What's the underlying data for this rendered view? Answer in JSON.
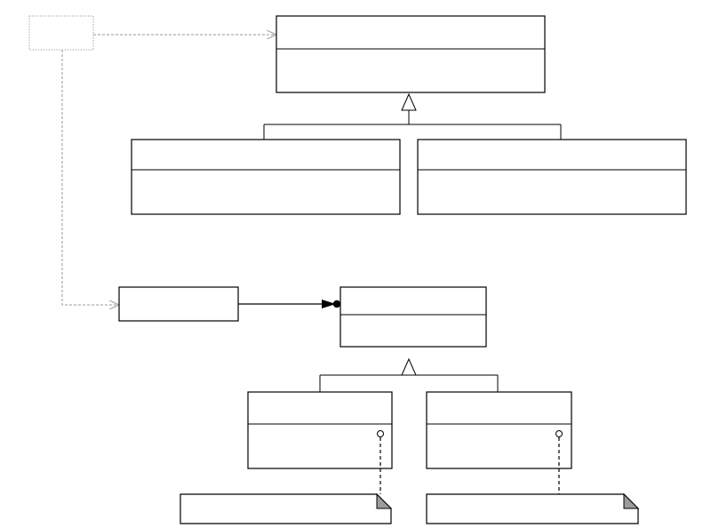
{
  "diagram": {
    "type": "uml-class-diagram",
    "labels_visible": false,
    "nodes": [
      {
        "id": "client",
        "kind": "class",
        "style": "dotted",
        "compartments": 1
      },
      {
        "id": "abstract-class-top",
        "kind": "class",
        "compartments": 2
      },
      {
        "id": "concrete-class-top-left",
        "kind": "class",
        "compartments": 2
      },
      {
        "id": "concrete-class-top-right",
        "kind": "class",
        "compartments": 2
      },
      {
        "id": "handle-class",
        "kind": "class",
        "compartments": 1
      },
      {
        "id": "abstract-class-bottom",
        "kind": "class",
        "compartments": 2
      },
      {
        "id": "concrete-class-bottom-left",
        "kind": "class",
        "compartments": 2
      },
      {
        "id": "concrete-class-bottom-right",
        "kind": "class",
        "compartments": 2
      },
      {
        "id": "note-left",
        "kind": "note"
      },
      {
        "id": "note-right",
        "kind": "note"
      }
    ],
    "edges": [
      {
        "from": "client",
        "to": "abstract-class-top",
        "kind": "dependency"
      },
      {
        "from": "client",
        "to": "handle-class",
        "kind": "dependency"
      },
      {
        "from": "concrete-class-top-left",
        "to": "abstract-class-top",
        "kind": "generalization"
      },
      {
        "from": "concrete-class-top-right",
        "to": "abstract-class-top",
        "kind": "generalization"
      },
      {
        "from": "handle-class",
        "to": "abstract-class-bottom",
        "kind": "association-many"
      },
      {
        "from": "concrete-class-bottom-left",
        "to": "abstract-class-bottom",
        "kind": "generalization"
      },
      {
        "from": "concrete-class-bottom-right",
        "to": "abstract-class-bottom",
        "kind": "generalization"
      },
      {
        "from": "concrete-class-bottom-left",
        "to": "note-left",
        "kind": "note-link"
      },
      {
        "from": "concrete-class-bottom-right",
        "to": "note-right",
        "kind": "note-link"
      }
    ]
  }
}
